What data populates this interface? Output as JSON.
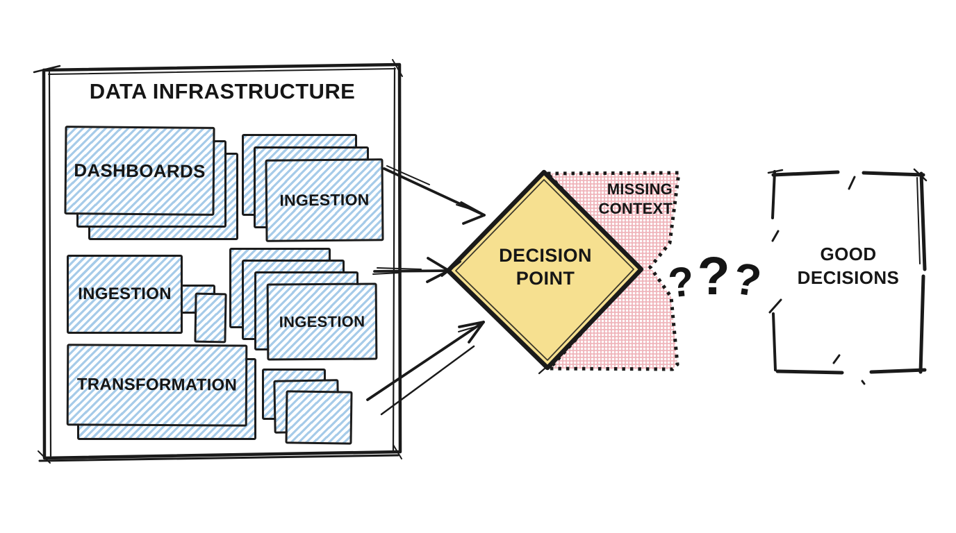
{
  "colors": {
    "ink": "#1a1a1a",
    "text": "#161616",
    "card_stripe": "#a6cbe9",
    "diamond_fill": "#f6e090",
    "halftone_pink": "#f0b7bd"
  },
  "infrastructure": {
    "title": "DATA INFRASTRUCTURE",
    "cards": {
      "dashboards": "DASHBOARDS",
      "ingestion_top": "INGESTION",
      "ingestion_left": "INGESTION",
      "ingestion_right": "INGESTION",
      "transformation": "TRANSFORMATION"
    }
  },
  "decision_point": {
    "line1": "DECISION",
    "line2": "POINT"
  },
  "missing_context": {
    "line1": "MISSING",
    "line2": "CONTEXT"
  },
  "uncertainty": {
    "marks": [
      "?",
      "?",
      "?"
    ]
  },
  "good_decisions": {
    "line1": "GOOD",
    "line2": "DECISIONS"
  }
}
